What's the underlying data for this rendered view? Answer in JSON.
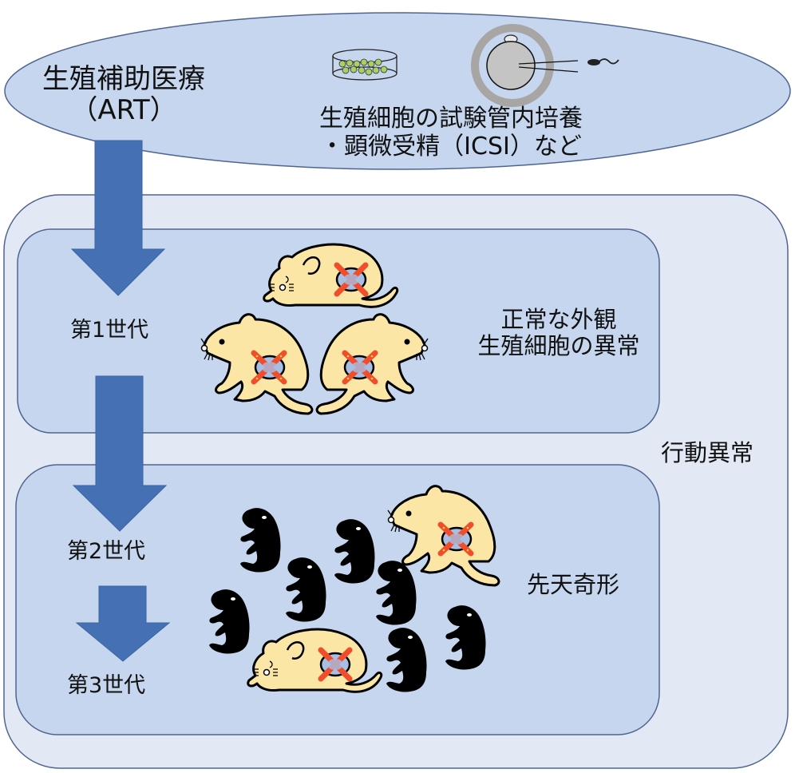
{
  "ellipse": {
    "title_line1": "生殖補助医療",
    "title_line2": "（ART）",
    "subtitle_line1": "生殖細胞の試験管内培養",
    "subtitle_line2": "・顕微受精（ICSI）など",
    "icons": [
      "petri-dish-icon",
      "oocyte-icsi-icon",
      "sperm-icon"
    ]
  },
  "outer_box": {
    "label": "行動異常"
  },
  "generation_box_1": {
    "generation_label": "第1世代",
    "note_line1": "正常な外観",
    "note_line2": "生殖細胞の異常",
    "mice": [
      {
        "type": "normal-mouse-lying",
        "gonad_defect": true
      },
      {
        "type": "normal-mouse-left",
        "gonad_defect": true
      },
      {
        "type": "normal-mouse-right",
        "gonad_defect": true
      }
    ]
  },
  "generation_box_2": {
    "generation_label_2": "第2世代",
    "generation_label_3": "第3世代",
    "note": "先天奇形",
    "normal_mice_count": 2,
    "malformed_pups_count": 7
  },
  "colors": {
    "ellipse_fill": "#c5d6ee",
    "outer_box_fill": "#e2e9f5",
    "inner_box_fill": "#c5d6ee",
    "border": "#4f6591",
    "arrow_fill": "#4571b4",
    "mouse_fill": "#fbe6a6",
    "defect_cross": "#f04d2a",
    "pup_fill": "#000000"
  }
}
